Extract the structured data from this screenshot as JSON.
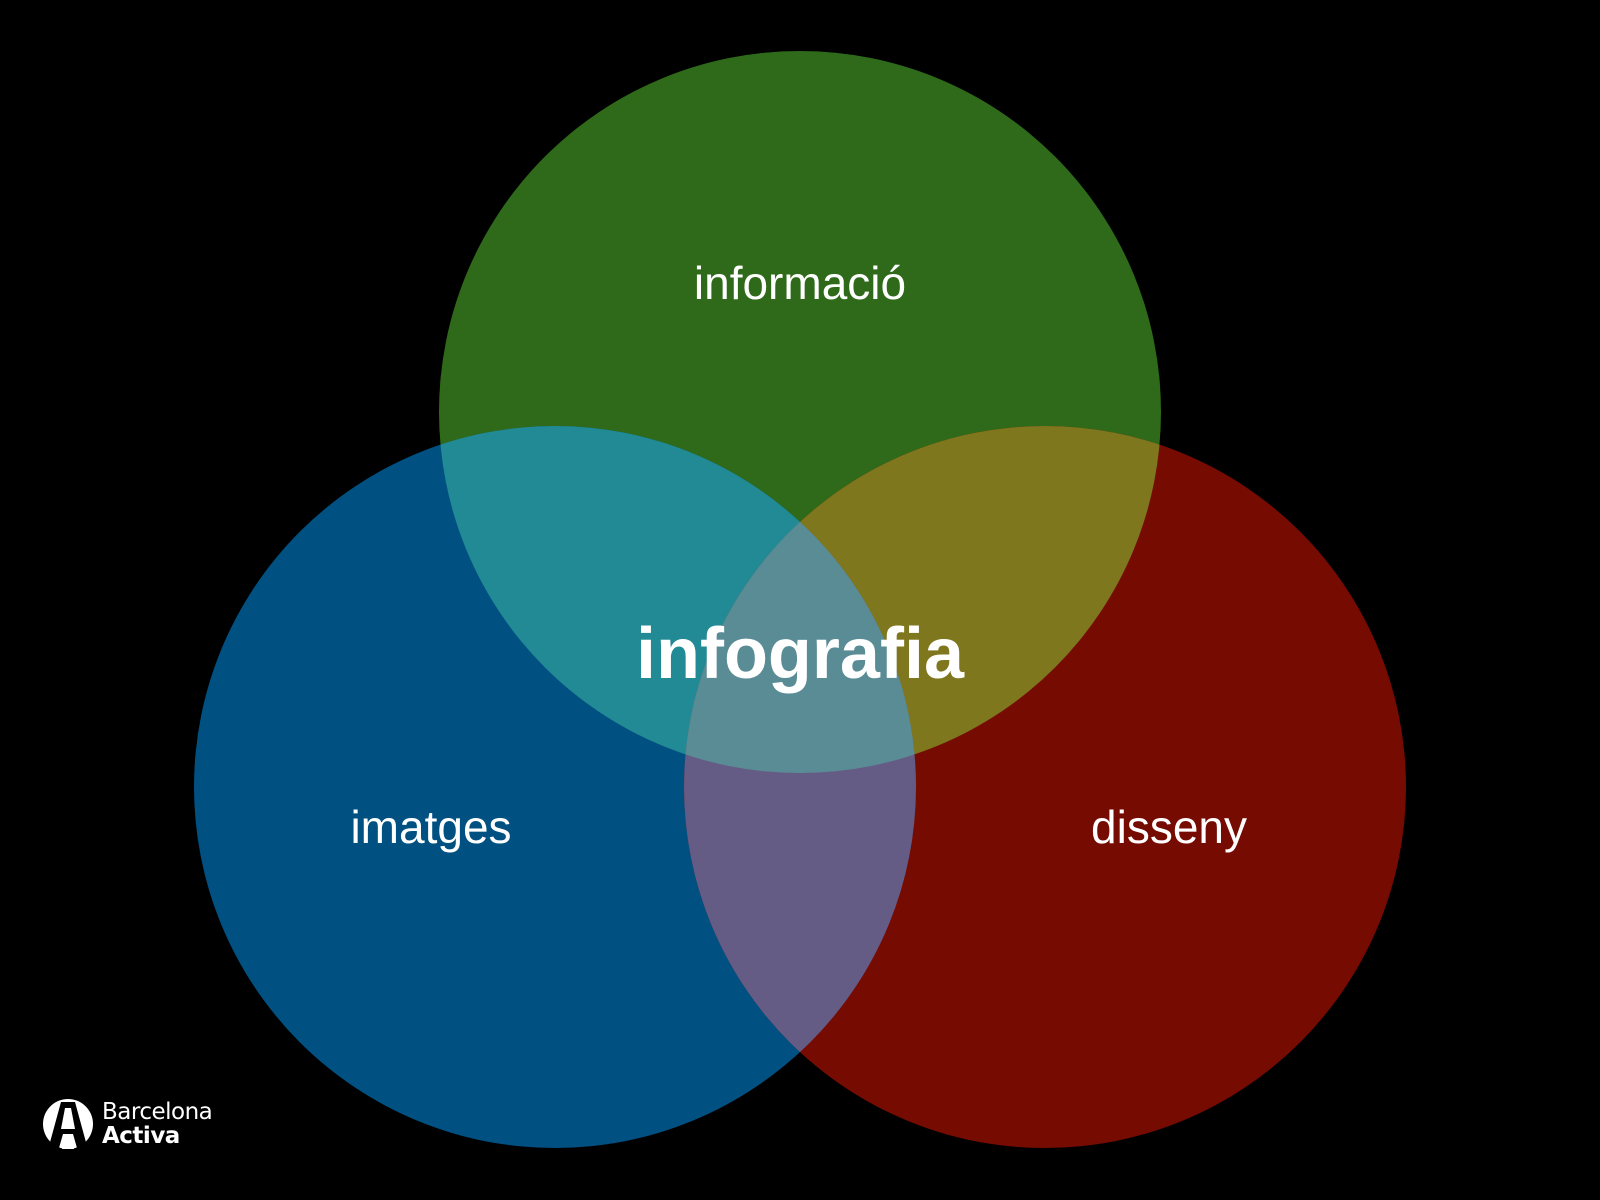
{
  "diagram": {
    "type": "venn",
    "sets": [
      {
        "id": "top",
        "label": "informació",
        "color": "#2e6a19"
      },
      {
        "id": "left",
        "label": "imatges",
        "color": "#005082"
      },
      {
        "id": "right",
        "label": "disseny",
        "color": "#760b02"
      }
    ],
    "overlaps": {
      "top_left": "#228a94",
      "top_right": "#7f771e",
      "left_right": "#655c86",
      "all": "#5a8c96"
    },
    "center_label": "infografia"
  },
  "logo": {
    "line1": "Barcelona",
    "line2": "Activa"
  }
}
